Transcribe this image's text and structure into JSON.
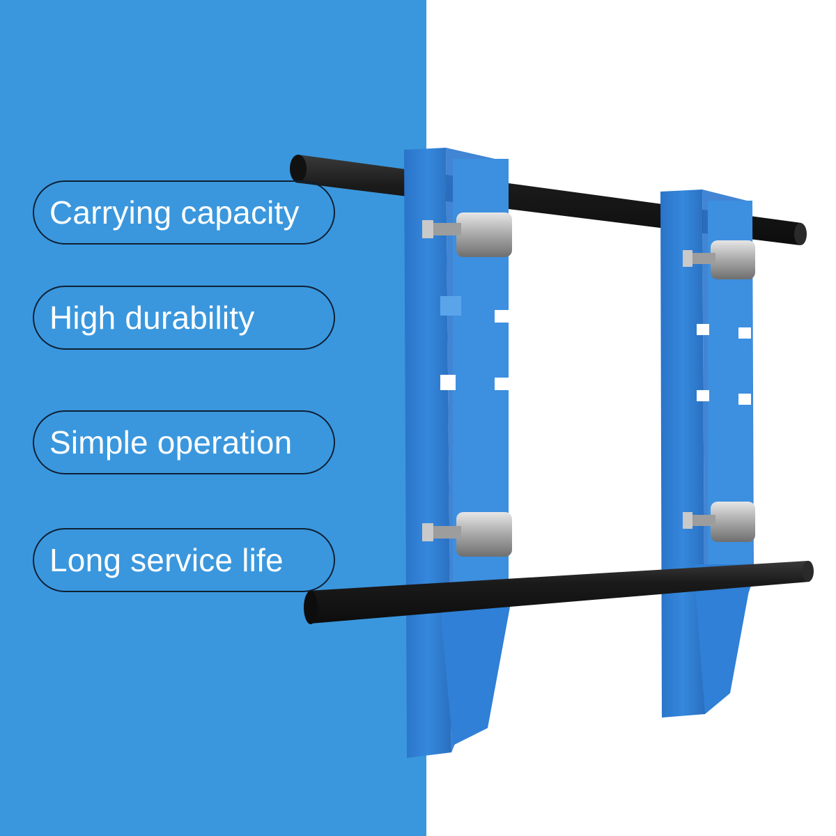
{
  "features": [
    {
      "label": "Carrying capacity"
    },
    {
      "label": "High durability"
    },
    {
      "label": "Simple operation"
    },
    {
      "label": "Long service life"
    }
  ],
  "colors": {
    "background_blue": "#3a97dd",
    "background_white": "#ffffff",
    "pill_border": "#0e1f33",
    "pill_text": "#ffffff",
    "frame_blue": "#2f7fd4",
    "bar_black": "#1c1c1c",
    "roller_silver": "#bdbdbd"
  },
  "product": {
    "icon": "tile-carrier-clamp-frame-image"
  }
}
